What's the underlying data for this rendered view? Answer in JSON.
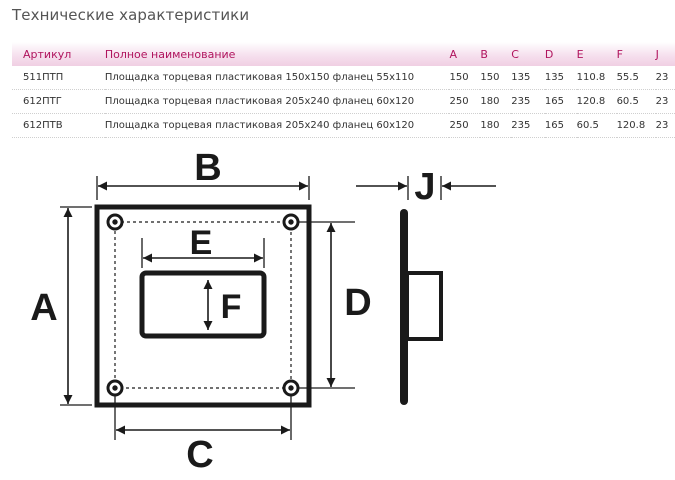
{
  "page": {
    "title": "Технические характеристики"
  },
  "table": {
    "headers": {
      "article": "Артикул",
      "name": "Полное наименование",
      "a": "A",
      "b": "B",
      "c": "C",
      "d": "D",
      "e": "E",
      "f": "F",
      "j": "J"
    },
    "rows": [
      {
        "article": "511ПТП",
        "name": "Площадка торцевая пластиковая 150х150 фланец 55х110",
        "a": "150",
        "b": "150",
        "c": "135",
        "d": "135",
        "e": "110.8",
        "f": "55.5",
        "j": "23"
      },
      {
        "article": "612ПТГ",
        "name": "Площадка торцевая пластиковая 205х240 фланец 60х120",
        "a": "250",
        "b": "180",
        "c": "235",
        "d": "165",
        "e": "120.8",
        "f": "60.5",
        "j": "23"
      },
      {
        "article": "612ПТВ",
        "name": "Площадка торцевая пластиковая 205х240 фланец 60х120",
        "a": "250",
        "b": "180",
        "c": "235",
        "d": "165",
        "e": "60.5",
        "f": "120.8",
        "j": "23"
      }
    ]
  },
  "drawing": {
    "labels": {
      "a": "A",
      "b": "B",
      "c": "C",
      "d": "D",
      "e": "E",
      "f": "F",
      "j": "J"
    }
  },
  "colors": {
    "header_text": "#b0145e",
    "header_bg": "#f0cfe3",
    "stroke": "#1a1a1a"
  }
}
